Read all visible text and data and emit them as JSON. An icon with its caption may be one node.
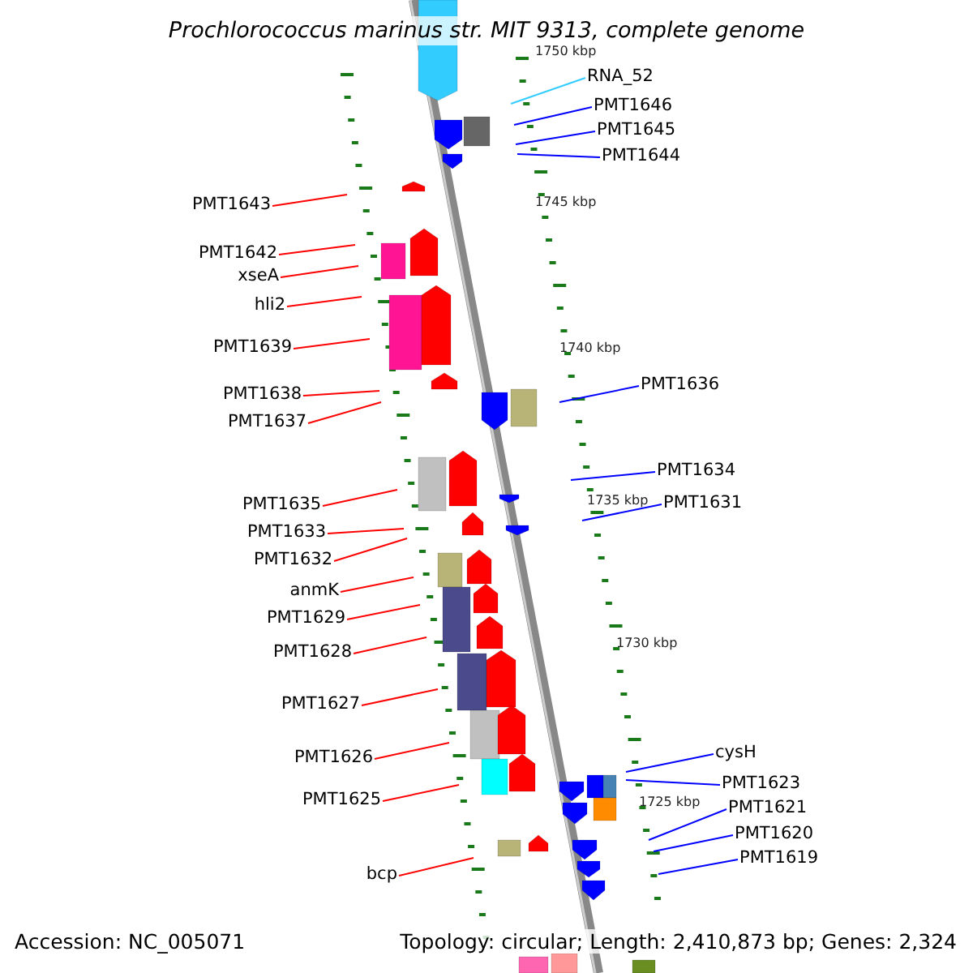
{
  "diagram": {
    "title": "Prochlorococcus marinus str. MIT 9313, complete genome",
    "nodes": [
      {
        "text": [
          "RNA_52"
        ]
      },
      {
        "text": [
          "PMT1646"
        ]
      },
      {
        "text": [
          "PMT1645"
        ]
      },
      {
        "text": [
          "PMT1644"
        ]
      },
      {
        "text": [
          "PMT1643"
        ]
      },
      {
        "text": [
          "PMT1642"
        ]
      },
      {
        "text": [
          "xseA"
        ]
      },
      {
        "text": [
          "hli2"
        ]
      },
      {
        "text": [
          "PMT1639"
        ]
      },
      {
        "text": [
          "PMT1636"
        ]
      },
      {
        "text": [
          "PMT1638"
        ]
      },
      {
        "text": [
          "PMT1637"
        ]
      },
      {
        "text": [
          "PMT1634"
        ]
      },
      {
        "text": [
          "PMT1631"
        ]
      },
      {
        "text": [
          "PMT1635"
        ]
      },
      {
        "text": [
          "PMT1633"
        ]
      },
      {
        "text": [
          "PMT1632"
        ]
      },
      {
        "text": [
          "anmK"
        ]
      },
      {
        "text": [
          "PMT1629"
        ]
      },
      {
        "text": [
          "PMT1628"
        ]
      },
      {
        "text": [
          "PMT1627"
        ]
      },
      {
        "text": [
          "cysH"
        ]
      },
      {
        "text": [
          "PMT1626"
        ]
      },
      {
        "text": [
          "PMT1623"
        ]
      },
      {
        "text": [
          "PMT1625"
        ]
      },
      {
        "text": [
          "PMT1621"
        ]
      },
      {
        "text": [
          "PMT1620"
        ]
      },
      {
        "text": [
          "PMT1619"
        ]
      },
      {
        "text": [
          "bcp"
        ]
      }
    ],
    "edges": [
      {
        "from": 0,
        "to": null,
        "arrow": "none",
        "color": "#33ccff"
      },
      {
        "from": 1,
        "to": null,
        "arrow": "none",
        "color": "#0000ff"
      },
      {
        "from": 2,
        "to": null,
        "arrow": "none",
        "color": "#0000ff"
      },
      {
        "from": 3,
        "to": null,
        "arrow": "none",
        "color": "#0000ff"
      },
      {
        "from": 4,
        "to": null,
        "arrow": "none"
      },
      {
        "from": 5,
        "to": null,
        "arrow": "none"
      },
      {
        "from": 6,
        "to": null,
        "arrow": "none"
      },
      {
        "from": 7,
        "to": null,
        "arrow": "none"
      },
      {
        "from": 8,
        "to": null,
        "arrow": "none"
      },
      {
        "from": 9,
        "to": null,
        "arrow": "none",
        "color": "#0000ff"
      },
      {
        "from": 10,
        "to": null,
        "arrow": "none"
      },
      {
        "from": 11,
        "to": null,
        "arrow": "none"
      },
      {
        "from": 12,
        "to": null,
        "arrow": "none",
        "color": "#0000ff"
      },
      {
        "from": 13,
        "to": null,
        "arrow": "none",
        "color": "#0000ff"
      },
      {
        "from": 14,
        "to": null,
        "arrow": "none"
      },
      {
        "from": 15,
        "to": null,
        "arrow": "none"
      },
      {
        "from": 16,
        "to": null,
        "arrow": "none"
      },
      {
        "from": 17,
        "to": null,
        "arrow": "none"
      },
      {
        "from": 18,
        "to": null,
        "arrow": "none"
      },
      {
        "from": 19,
        "to": null,
        "arrow": "none"
      },
      {
        "from": 20,
        "to": null,
        "arrow": "none"
      },
      {
        "from": 21,
        "to": null,
        "arrow": "none",
        "color": "#0000ff"
      },
      {
        "from": 22,
        "to": null,
        "arrow": "none"
      },
      {
        "from": 23,
        "to": null,
        "arrow": "none",
        "color": "#0000ff"
      },
      {
        "from": 24,
        "to": null,
        "arrow": "none"
      },
      {
        "from": 25,
        "to": null,
        "arrow": "none",
        "color": "#0000ff"
      },
      {
        "from": 26,
        "to": null,
        "arrow": "none",
        "color": "#0000ff"
      },
      {
        "from": 27,
        "to": null,
        "arrow": "none",
        "color": "#0000ff"
      },
      {
        "from": 28,
        "to": null,
        "arrow": "none"
      }
    ],
    "labels": [
      "1750 kbp",
      "1745 kbp",
      "1740 kbp",
      "1735 kbp",
      "1730 kbp",
      "1725 kbp",
      "Accession: NC_005071",
      "Topology: circular; Length: 2,410,873 bp; Genes: 2,324"
    ]
  }
}
